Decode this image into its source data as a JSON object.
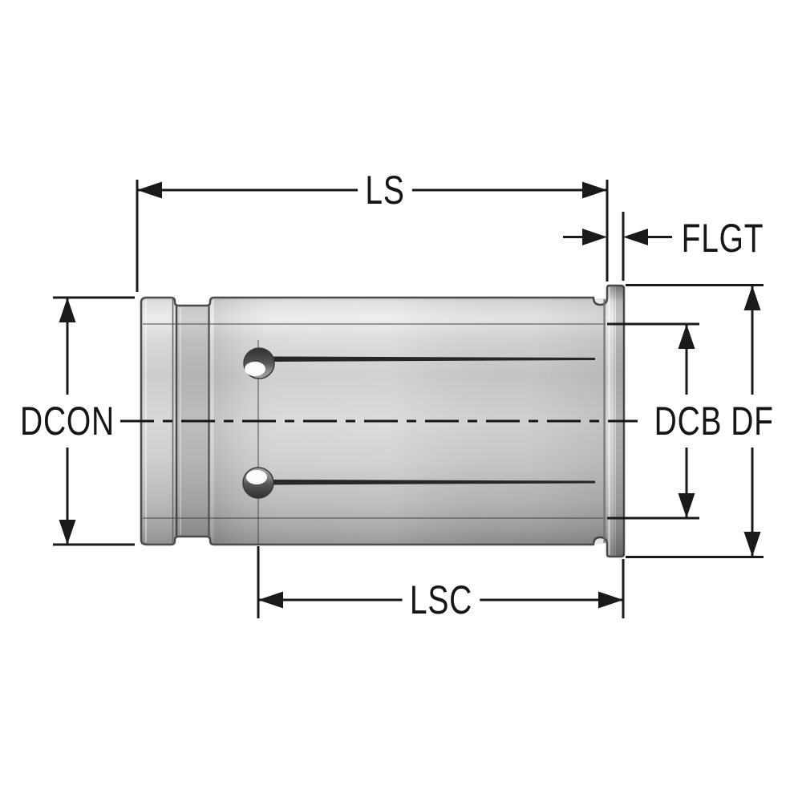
{
  "drawing": {
    "title": "Collet sleeve side-view dimension drawing",
    "labels": {
      "ls": "LS",
      "flgt": "FLGT",
      "dcon": "DCON",
      "dcb": "DCB",
      "df": "DF",
      "lsc": "LSC"
    },
    "colors": {
      "background": "#ffffff",
      "dimension_line": "#1a1a1a",
      "part_outline": "#4b4b4b",
      "metal_light": "#ececec",
      "metal_mid": "#cccccc",
      "metal_dark": "#7f7f7f",
      "slit_line": "#272727"
    }
  }
}
